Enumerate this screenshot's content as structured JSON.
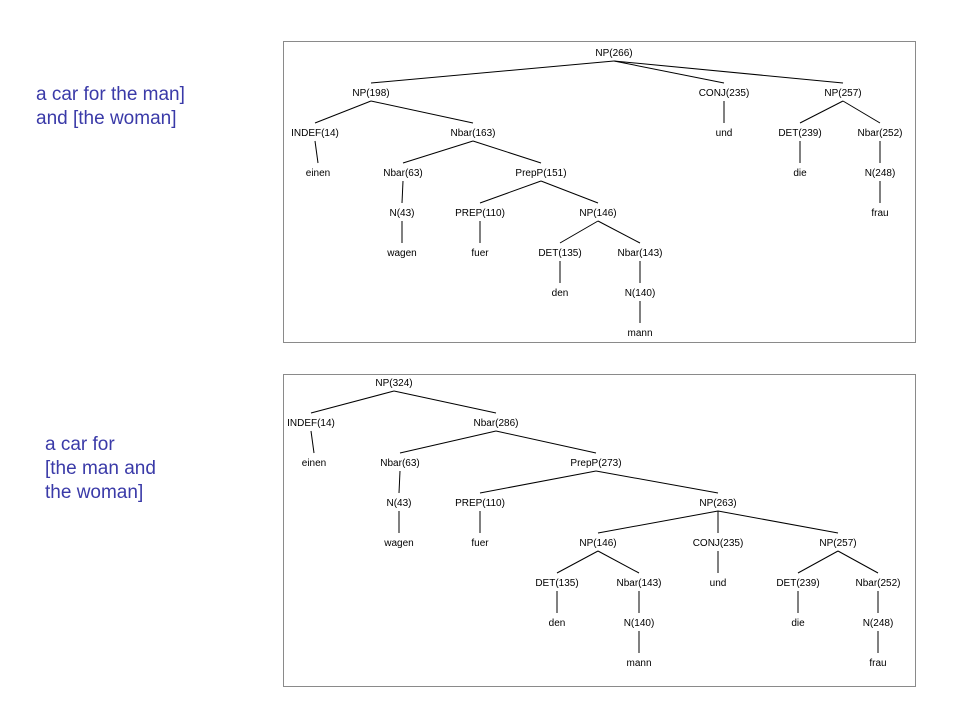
{
  "captions": {
    "first": [
      "a car for the man]",
      "and [the woman]"
    ],
    "second": [
      "a car for",
      "[the man and",
      "the woman]"
    ]
  },
  "colors": {
    "caption": "#3a3aa8",
    "border": "#8a8a8a",
    "text": "#000000"
  },
  "trees": [
    {
      "id": "tree1",
      "nodes": [
        {
          "id": "np266",
          "label": "NP(266)",
          "parent": null
        },
        {
          "id": "np198",
          "label": "NP(198)",
          "parent": "np266"
        },
        {
          "id": "conj235",
          "label": "CONJ(235)",
          "parent": "np266"
        },
        {
          "id": "np257",
          "label": "NP(257)",
          "parent": "np266"
        },
        {
          "id": "indef14",
          "label": "INDEF(14)",
          "parent": "np198"
        },
        {
          "id": "nbar163",
          "label": "Nbar(163)",
          "parent": "np198"
        },
        {
          "id": "und",
          "label": "und",
          "parent": "conj235"
        },
        {
          "id": "det239",
          "label": "DET(239)",
          "parent": "np257"
        },
        {
          "id": "nbar252",
          "label": "Nbar(252)",
          "parent": "np257"
        },
        {
          "id": "einen",
          "label": "einen",
          "parent": "indef14"
        },
        {
          "id": "nbar63",
          "label": "Nbar(63)",
          "parent": "nbar163"
        },
        {
          "id": "prepp151",
          "label": "PrepP(151)",
          "parent": "nbar163"
        },
        {
          "id": "die",
          "label": "die",
          "parent": "det239"
        },
        {
          "id": "n248",
          "label": "N(248)",
          "parent": "nbar252"
        },
        {
          "id": "n43",
          "label": "N(43)",
          "parent": "nbar63"
        },
        {
          "id": "prep110",
          "label": "PREP(110)",
          "parent": "prepp151"
        },
        {
          "id": "np146",
          "label": "NP(146)",
          "parent": "prepp151"
        },
        {
          "id": "frau",
          "label": "frau",
          "parent": "n248"
        },
        {
          "id": "wagen",
          "label": "wagen",
          "parent": "n43"
        },
        {
          "id": "fuer",
          "label": "fuer",
          "parent": "prep110"
        },
        {
          "id": "det135",
          "label": "DET(135)",
          "parent": "np146"
        },
        {
          "id": "nbar143",
          "label": "Nbar(143)",
          "parent": "np146"
        },
        {
          "id": "den",
          "label": "den",
          "parent": "det135"
        },
        {
          "id": "n140",
          "label": "N(140)",
          "parent": "nbar143"
        },
        {
          "id": "mann",
          "label": "mann",
          "parent": "n140"
        }
      ]
    },
    {
      "id": "tree2",
      "nodes": [
        {
          "id": "np324",
          "label": "NP(324)",
          "parent": null
        },
        {
          "id": "indef14",
          "label": "INDEF(14)",
          "parent": "np324"
        },
        {
          "id": "nbar286",
          "label": "Nbar(286)",
          "parent": "np324"
        },
        {
          "id": "einen",
          "label": "einen",
          "parent": "indef14"
        },
        {
          "id": "nbar63",
          "label": "Nbar(63)",
          "parent": "nbar286"
        },
        {
          "id": "prepp273",
          "label": "PrepP(273)",
          "parent": "nbar286"
        },
        {
          "id": "n43",
          "label": "N(43)",
          "parent": "nbar63"
        },
        {
          "id": "prep110",
          "label": "PREP(110)",
          "parent": "prepp273"
        },
        {
          "id": "np263",
          "label": "NP(263)",
          "parent": "prepp273"
        },
        {
          "id": "wagen",
          "label": "wagen",
          "parent": "n43"
        },
        {
          "id": "fuer",
          "label": "fuer",
          "parent": "prep110"
        },
        {
          "id": "np146",
          "label": "NP(146)",
          "parent": "np263"
        },
        {
          "id": "conj235",
          "label": "CONJ(235)",
          "parent": "np263"
        },
        {
          "id": "np257",
          "label": "NP(257)",
          "parent": "np263"
        },
        {
          "id": "det135",
          "label": "DET(135)",
          "parent": "np146"
        },
        {
          "id": "nbar143",
          "label": "Nbar(143)",
          "parent": "np146"
        },
        {
          "id": "und",
          "label": "und",
          "parent": "conj235"
        },
        {
          "id": "det239",
          "label": "DET(239)",
          "parent": "np257"
        },
        {
          "id": "nbar252",
          "label": "Nbar(252)",
          "parent": "np257"
        },
        {
          "id": "den",
          "label": "den",
          "parent": "det135"
        },
        {
          "id": "n140",
          "label": "N(140)",
          "parent": "nbar143"
        },
        {
          "id": "die",
          "label": "die",
          "parent": "det239"
        },
        {
          "id": "n248",
          "label": "N(248)",
          "parent": "nbar252"
        },
        {
          "id": "mann",
          "label": "mann",
          "parent": "n140"
        },
        {
          "id": "frau",
          "label": "frau",
          "parent": "n248"
        }
      ]
    }
  ]
}
